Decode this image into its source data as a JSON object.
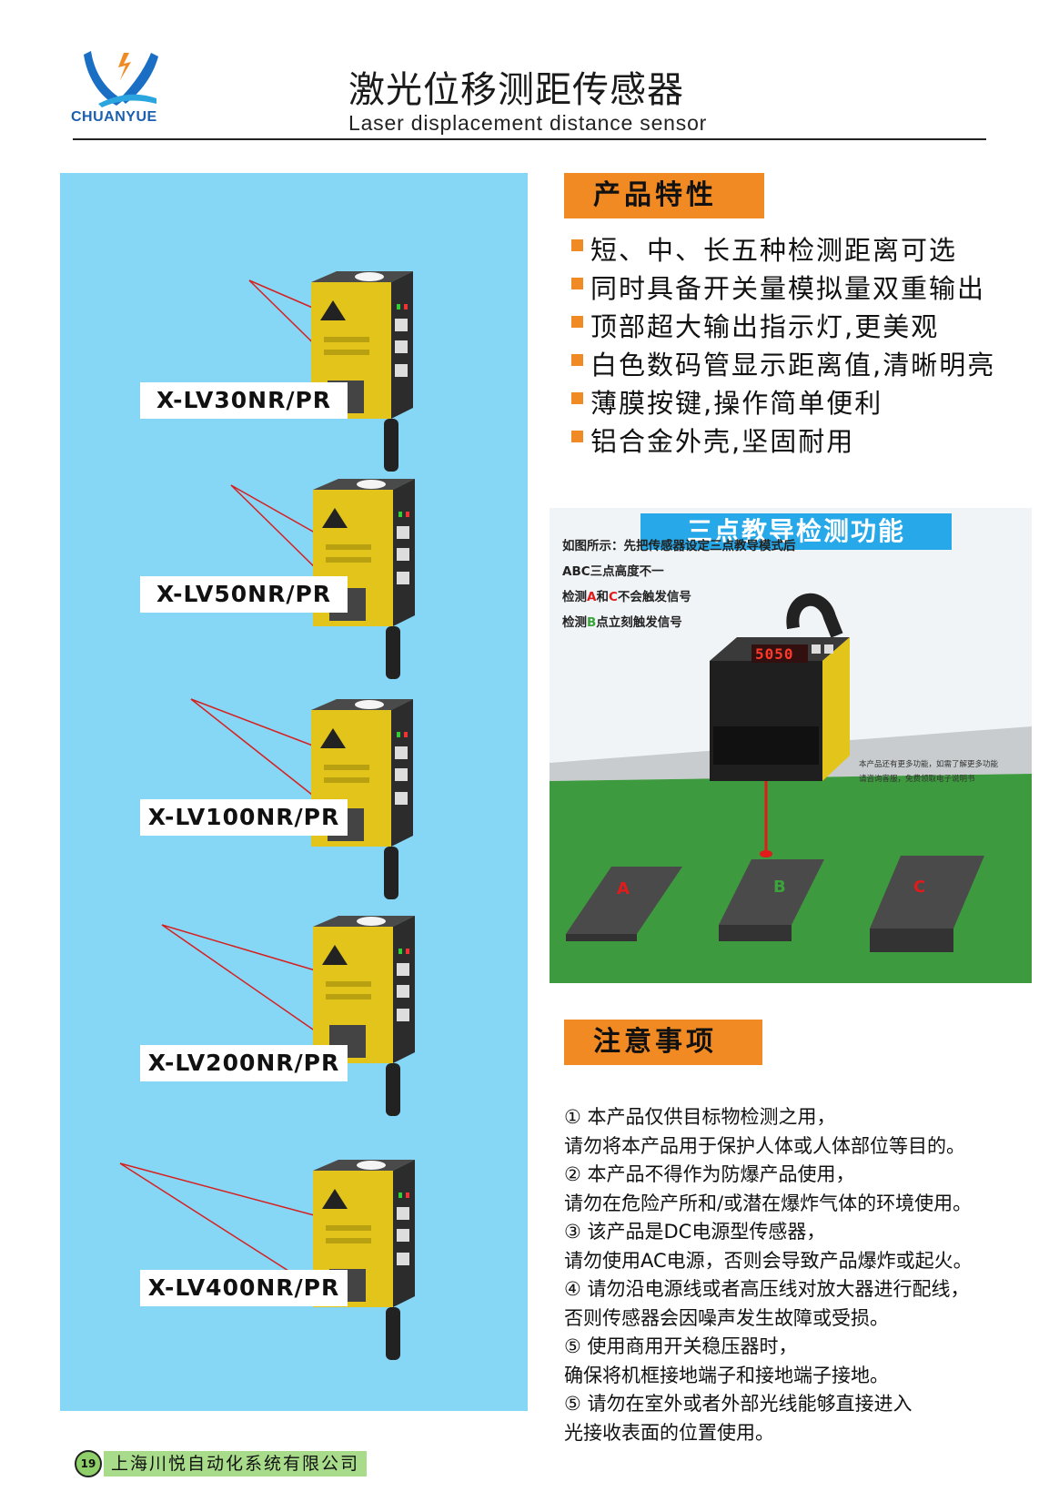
{
  "header": {
    "brand": "CHUANYUE",
    "title_cn": "激光位移测距传感器",
    "title_en": "Laser displacement distance sensor"
  },
  "products": [
    {
      "model": "X-LV30NR/PR"
    },
    {
      "model": "X-LV50NR/PR"
    },
    {
      "model": "X-LV100NR/PR"
    },
    {
      "model": "X-LV200NR/PR"
    },
    {
      "model": "X-LV400NR/PR"
    }
  ],
  "features": {
    "heading": "产品特性",
    "items": [
      "短、中、长五种检测距离可选",
      "同时具备开关量模拟量双重输出",
      "顶部超大输出指示灯,更美观",
      "白色数码管显示距离值,清晰明亮",
      "薄膜按键,操作简单便利",
      "铝合金外壳,坚固耐用"
    ]
  },
  "teach": {
    "title": "三点教导检测功能",
    "line1": "如图所示：先把传感器设定三点教导模式后",
    "line2": "ABC三点高度不一",
    "line3_pre": "检测",
    "line3_a": "A",
    "line3_mid": "和",
    "line3_c": "C",
    "line3_post": "不会触发信号",
    "line4_pre": "检测",
    "line4_b": "B",
    "line4_post": "点立刻触发信号",
    "side_note_1": "本产品还有更多功能，如需了解更多功能",
    "side_note_2": "请咨询客服，免费领取电子说明书",
    "display": "5050",
    "label_a": "A",
    "label_b": "B",
    "label_c": "C",
    "colors": {
      "title_bg": "#27a8e8",
      "floor": "#3e9a3e",
      "laser": "#e11a1a"
    }
  },
  "notes": {
    "heading": "注意事项",
    "lines": [
      "① 本产品仅供目标物检测之用，",
      "请勿将本产品用于保护人体或人体部位等目的。",
      "② 本产品不得作为防爆产品使用，",
      "请勿在危险产所和/或潜在爆炸气体的环境使用。",
      "③ 该产品是DC电源型传感器，",
      "请勿使用AC电源，否则会导致产品爆炸或起火。",
      "④ 请勿沿电源线或者高压线对放大器进行配线，",
      "否则传感器会因噪声发生故障或受损。",
      "⑤ 使用商用开关稳压器时，",
      "确保将机框接地端子和接地端子接地。",
      "⑤ 请勿在室外或者外部光线能够直接进入",
      "光接收表面的位置使用。"
    ]
  },
  "footer": {
    "page": "19",
    "company": "上海川悦自动化系统有限公司"
  },
  "colors": {
    "panel": "#86d6f5",
    "accent": "#f28a24",
    "sensor_label": "#f2d21a",
    "footer_green": "#a8dc8a"
  }
}
